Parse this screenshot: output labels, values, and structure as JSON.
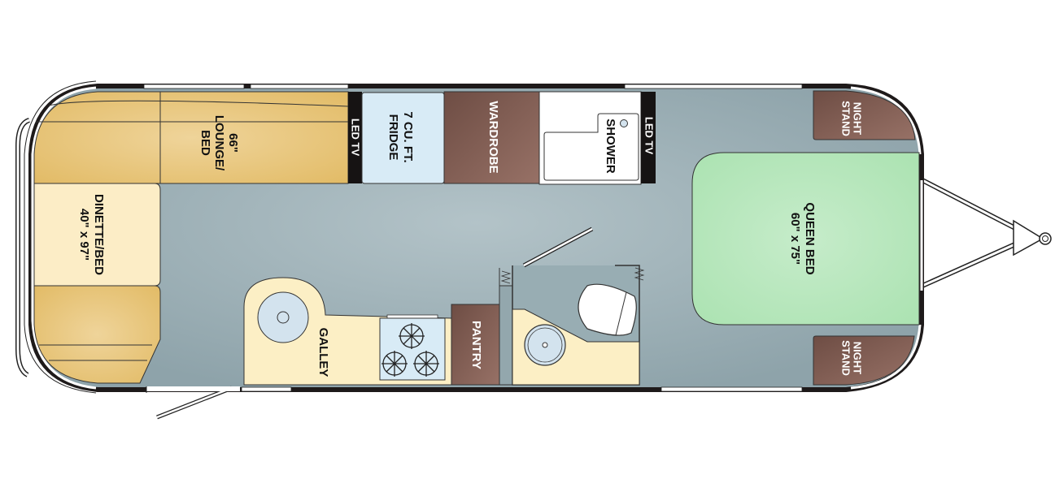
{
  "floorplan": {
    "colors": {
      "floor": "#9aaeb4",
      "wall": "#1e1a1a",
      "window": "#ffffff",
      "seating_gold": "#e6c274",
      "cushion_cream": "#fbeec4",
      "fridge_blue": "#d8ebf6",
      "cabinet_brown": "#7d5a4f",
      "bed_green": "#b9e8bf",
      "shower_white": "#ffffff",
      "counter_cream": "#fcefc5",
      "sink_blue": "#d3e3ee"
    },
    "rooms": {
      "lounge": {
        "line1": "66\"",
        "line2": "LOUNGE/",
        "line3": "BED"
      },
      "dinette": {
        "line1": "DINETTE/BED",
        "line2": "40\" x 97\""
      },
      "led_tv_left": {
        "label": "LED TV"
      },
      "fridge": {
        "line1": "7 CU. FT.",
        "line2": "FRIDGE"
      },
      "wardrobe": {
        "label": "WARDROBE"
      },
      "shower": {
        "label": "SHOWER"
      },
      "led_tv_right": {
        "label": "LED TV"
      },
      "night_stand_top": {
        "line1": "NIGHT",
        "line2": "STAND"
      },
      "night_stand_bottom": {
        "line1": "NIGHT",
        "line2": "STAND"
      },
      "queen_bed": {
        "line1": "QUEEN BED",
        "line2": "60\" x 75\""
      },
      "galley": {
        "label": "GALLEY"
      },
      "pantry": {
        "label": "PANTRY"
      }
    }
  }
}
